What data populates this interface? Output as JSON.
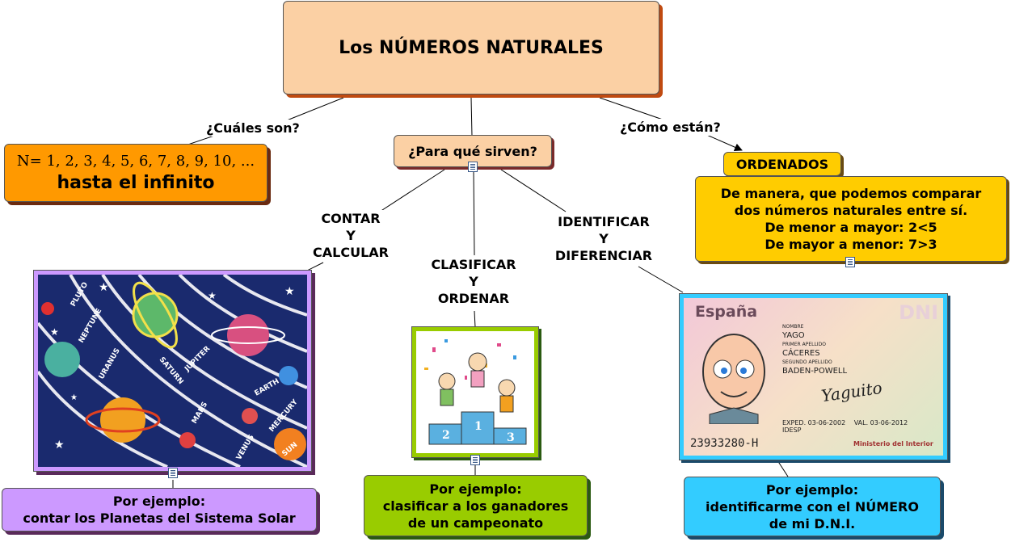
{
  "main_title": "Los NÚMEROS NATURALES",
  "links": {
    "cuales": "¿Cuáles son?",
    "para_que": "¿Para qué sirven?",
    "como": "¿Cómo están?",
    "contar": [
      "CONTAR",
      "Y",
      "CALCULAR"
    ],
    "clasificar": [
      "CLASIFICAR",
      "Y",
      "ORDENAR"
    ],
    "identificar": [
      "IDENTIFICAR",
      "Y",
      "DIFERENCIAR"
    ]
  },
  "naturals": {
    "set_line": "N= 1, 2, 3, 4, 5, 6, 7, 8, 9, 10, ...",
    "infinity": "hasta el infinito"
  },
  "ordenados": {
    "title": "ORDENADOS",
    "lines": [
      "De manera, que podemos comparar",
      "dos números naturales entre sí.",
      "De menor a mayor: 2<5",
      "De mayor a menor: 7>3"
    ]
  },
  "examples": {
    "contar": [
      "Por ejemplo:",
      "contar los Planetas del Sistema Solar"
    ],
    "clasificar": [
      "Por ejemplo:",
      "clasificar a los ganadores",
      "de un campeonato"
    ],
    "identificar": [
      "Por ejemplo:",
      "identificarme con el NÚMERO",
      "de mi D.N.I."
    ]
  },
  "planet_labels": [
    "PLUTO",
    "NEPTUNE",
    "URANUS",
    "SATURN",
    "JUPITER",
    "MARS",
    "EARTH",
    "VENUS",
    "MERCURY",
    "SUN"
  ],
  "podium_numbers": [
    "2",
    "1",
    "3"
  ],
  "dni": {
    "country": "España",
    "badge": "DNI",
    "nombre_label": "NOMBRE",
    "nombre": "YAGO",
    "apellido1_label": "PRIMER APELLIDO",
    "apellido1": "CÁCERES",
    "apellido2_label": "SEGUNDO APELLIDO",
    "apellido2": "BADEN-POWELL",
    "expedition": "EXPED. 03-06-2002",
    "validity": "VAL. 03-06-2012",
    "idesp": "IDESP",
    "number": "23933280-H",
    "ministry": "Ministerio del Interior",
    "signature": "Yaguito"
  },
  "colors": {
    "title_fill": "#fbd0a4",
    "orange": "#ff9900",
    "yellow": "#ffcc00",
    "purple": "#cc99ff",
    "green": "#99cc00",
    "cyan": "#33ccff"
  }
}
